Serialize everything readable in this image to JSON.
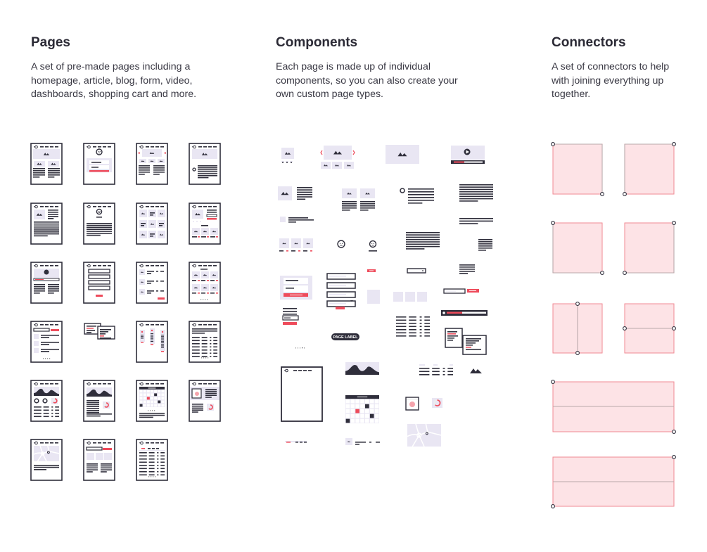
{
  "sections": {
    "pages": {
      "title": "Pages",
      "description": "A set of pre-made pages including a homepage, article, blog, form, video, dashboards, shopping cart and more."
    },
    "components": {
      "title": "Components",
      "description": "Each page is made up of individual components, so you can also create your own custom page types."
    },
    "connectors": {
      "title": "Connectors",
      "description": "A set of connectors to help with joining everything up together."
    }
  },
  "components": {
    "page_label": "PAGE LABEL"
  },
  "colors": {
    "ink": "#2f2e3b",
    "lavender": "#e9e6f3",
    "accent": "#ee4b5b",
    "connector_fill": "#fde3e6",
    "connector_stroke": "#f08a93",
    "connector_line": "#b9a9ab"
  },
  "icons": [
    "logo-icon",
    "image-icon",
    "play-icon",
    "avatar-icon",
    "chevron-left-icon",
    "chevron-right-icon",
    "map-pin-icon",
    "donut-chart-icon",
    "calendar-icon",
    "area-chart-icon"
  ]
}
